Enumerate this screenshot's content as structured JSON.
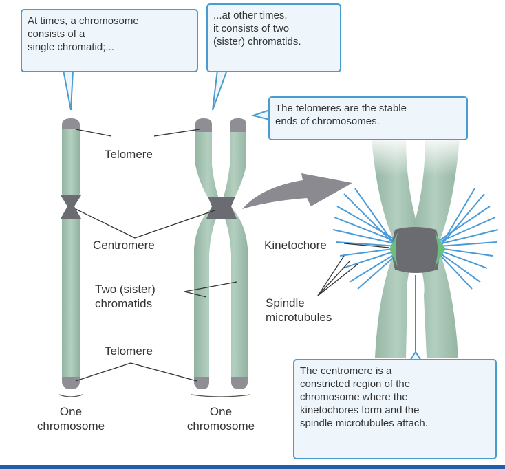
{
  "callouts": {
    "single_chromatid": [
      "At times, a chromosome",
      "consists of a",
      "single chromatid;..."
    ],
    "two_chromatids": [
      "...at other times,",
      "it consists of two",
      "(sister) chromatids."
    ],
    "telomeres": [
      "The telomeres are the stable",
      "ends of chromosomes."
    ],
    "centromere": [
      "The centromere is a",
      "constricted region of the",
      "chromosome where the",
      "kinetochores form and the",
      "spindle microtubules attach."
    ]
  },
  "labels": {
    "telomere_top": "Telomere",
    "centromere": "Centromere",
    "sister_chromatids": [
      "Two (sister)",
      "chromatids"
    ],
    "telomere_bottom": "Telomere",
    "kinetochore": "Kinetochore",
    "spindle_microtubules": [
      "Spindle",
      "microtubules"
    ],
    "one_chromosome_left": [
      "One",
      "chromosome"
    ],
    "one_chromosome_right": [
      "One",
      "chromosome"
    ]
  },
  "colors": {
    "chromatid": "#a7c3b3",
    "chromatid_shade": "#8fb09d",
    "telomere": "#8e8e94",
    "centromere": "#6b6b72",
    "kinetochore": "#6bbf7e",
    "microtubule": "#4a9bd8",
    "callout_border": "#4a9bd0",
    "callout_fill": "#eef6fc",
    "bottom_bar": "#1f5ea8"
  }
}
